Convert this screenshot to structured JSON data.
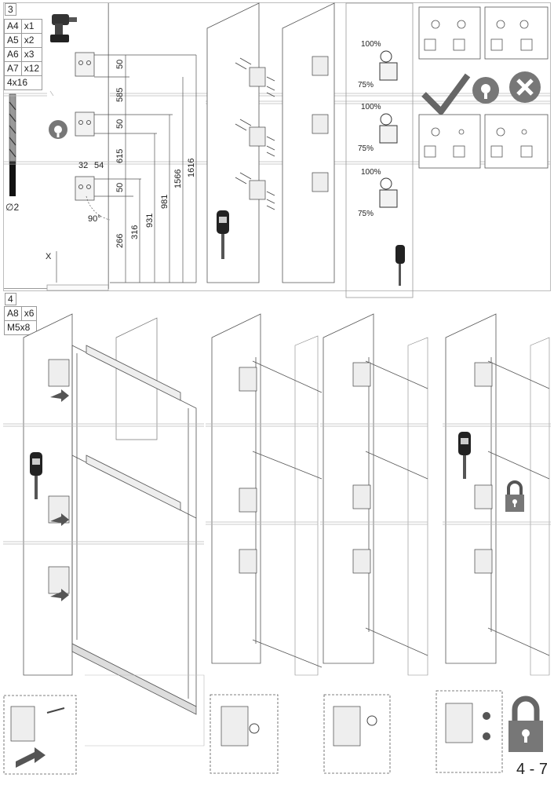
{
  "step3": {
    "number": "3",
    "parts": [
      {
        "code": "A4",
        "qty": "x1"
      },
      {
        "code": "A5",
        "qty": "x2"
      },
      {
        "code": "A6",
        "qty": "x3"
      },
      {
        "code": "A7",
        "qty": "x12"
      }
    ],
    "screw_spec": "4x16",
    "drill_diameter": "∅2",
    "dims_vertical": [
      "50",
      "585",
      "50",
      "615",
      "50"
    ],
    "dims_small": [
      "32",
      "54"
    ],
    "angle": "90°",
    "x_label": "X",
    "heights": [
      "266",
      "316",
      "931",
      "981",
      "1566",
      "1616"
    ],
    "pct_high": "100%",
    "pct_low": "75%"
  },
  "step4": {
    "number": "4",
    "parts": [
      {
        "code": "A8",
        "qty": "x6"
      }
    ],
    "screw_spec": "M5x8"
  },
  "page_label": "4 - 7"
}
